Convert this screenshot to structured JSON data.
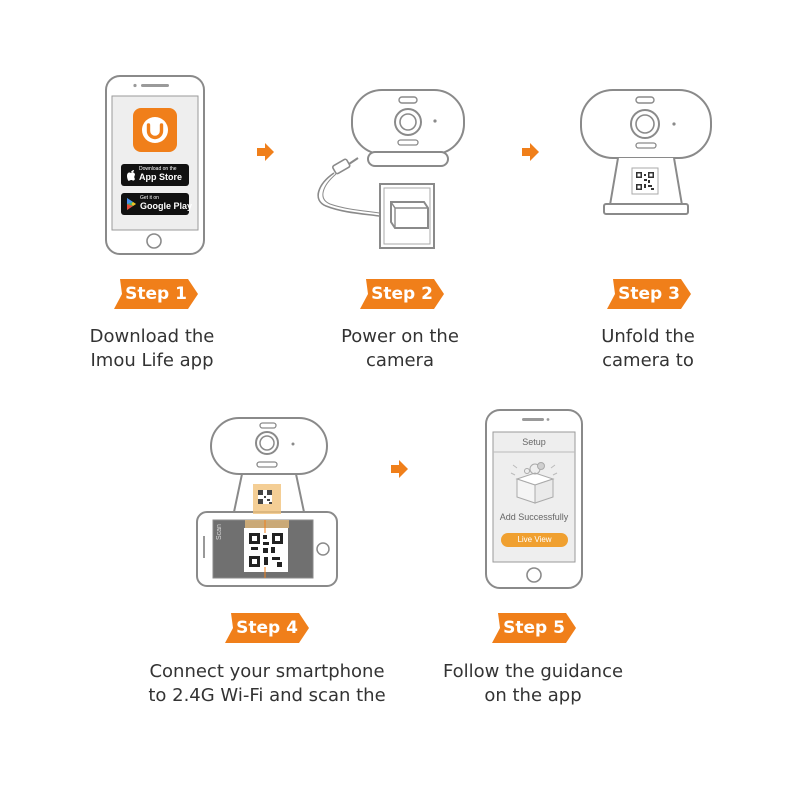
{
  "colors": {
    "accent": "#f07f1a",
    "line": "#888888",
    "screen": "#eeeeee"
  },
  "steps": [
    {
      "label": "Step 1",
      "caption": [
        "Download the",
        "Imou Life app"
      ]
    },
    {
      "label": "Step 2",
      "caption": [
        "Power on the",
        "camera"
      ]
    },
    {
      "label": "Step 3",
      "caption": [
        "Unfold the",
        "camera to"
      ]
    },
    {
      "label": "Step 4",
      "caption": [
        "Connect your smartphone",
        "to 2.4G Wi-Fi and scan the"
      ]
    },
    {
      "label": "Step 5",
      "caption": [
        "Follow the guidance",
        "on the app"
      ]
    }
  ],
  "app_store": {
    "top": "Download on the",
    "name": "App Store"
  },
  "google_play": {
    "top": "Get it on",
    "name": "Google Play"
  },
  "phone4": {
    "scan_label": "Scan"
  },
  "phone5": {
    "header": "Setup",
    "message": "Add Successfully",
    "button": "Live View"
  },
  "icons": [
    "imou-app-icon",
    "apple-icon",
    "google-play-icon",
    "qr-code-icon",
    "camera-icon",
    "power-adapter-icon",
    "arrow-right-icon"
  ]
}
